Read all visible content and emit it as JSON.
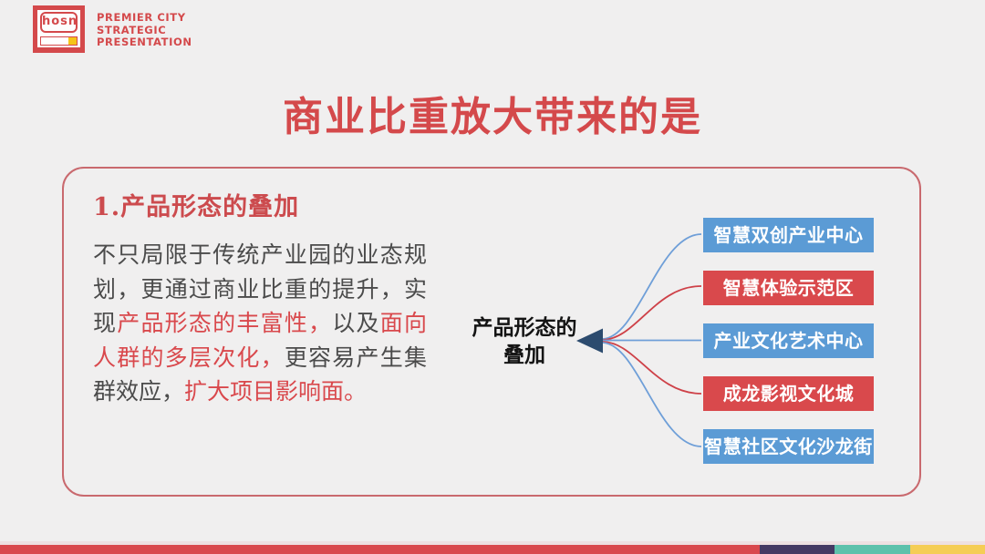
{
  "brand": {
    "logo_text": "hosn",
    "tagline_lines": [
      "PREMIER CITY",
      "STRATEGIC",
      "PRESENTATION"
    ]
  },
  "title": "商业比重放大带来的是",
  "card": {
    "heading": "1.产品形态的叠加",
    "paragraph_segments": [
      {
        "text": "不只局限于传统产业园的业态规划，更通过商业比重的提升，实现",
        "color": "dark"
      },
      {
        "text": "产品形态的丰富性，",
        "color": "red"
      },
      {
        "text": "以及",
        "color": "dark"
      },
      {
        "text": "面向人群的多层次化，",
        "color": "red"
      },
      {
        "text": "更容易产生集群效应，",
        "color": "dark"
      },
      {
        "text": "扩大项目影响面。",
        "color": "red"
      }
    ],
    "diagram": {
      "center_label_line1": "产品形态的",
      "center_label_line2": "叠加",
      "boxes": [
        {
          "label": "智慧双创产业中心",
          "color": "blue"
        },
        {
          "label": "智慧体验示范区",
          "color": "red"
        },
        {
          "label": "产业文化艺术中心",
          "color": "blue"
        },
        {
          "label": "成龙影视文化城",
          "color": "red"
        },
        {
          "label": "智慧社区文化沙龙街",
          "color": "blue"
        }
      ]
    }
  },
  "colors": {
    "background": "#F0EFEF",
    "brand_red": "#D4494B",
    "title_red": "#D4494B",
    "card_border": "#C9696E",
    "body_text": "#4B4B4B",
    "body_highlight": "#D9484C",
    "box_blue": "#5B9BD5",
    "box_red": "#D9494C",
    "connector_blue": "#6F9FD8",
    "connector_red": "#CE4148",
    "arrow_navy": "#2C4B6E",
    "logo_accent_yellow": "#F5C518",
    "footer_red": "#D9484D",
    "footer_purple": "#453963",
    "footer_teal": "#5EC1AB",
    "footer_yellow": "#F5CD55"
  },
  "footer_bar": {
    "segments": [
      {
        "name": "red",
        "color": "#D9484D"
      },
      {
        "name": "purple",
        "color": "#453963"
      },
      {
        "name": "teal",
        "color": "#5EC1AB"
      },
      {
        "name": "yellow",
        "color": "#F5CD55"
      }
    ]
  }
}
